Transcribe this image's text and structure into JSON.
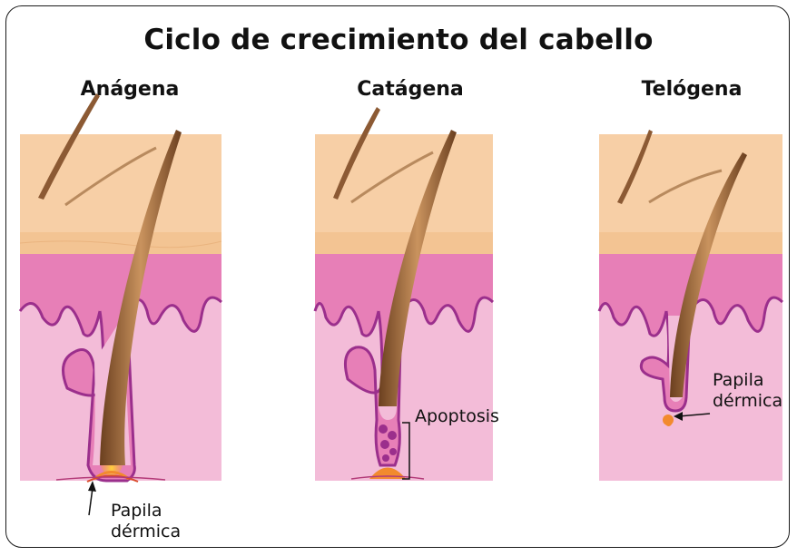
{
  "title": "Ciclo de crecimiento del cabello",
  "stages": [
    {
      "name": "Anágena",
      "label_lines": [
        "Papila",
        "dérmica"
      ]
    },
    {
      "name": "Catágena",
      "label": "Apoptosis"
    },
    {
      "name": "Telógena",
      "label_lines": [
        "Papila",
        "dérmica"
      ]
    }
  ],
  "colors": {
    "epidermis": "#f7cfa6",
    "dermis_top": "#e77fb7",
    "dermis": "#f3bcd8",
    "follicle": "#9b2f8c",
    "hair": "#8c5a34",
    "papilla": "#f28a2e"
  }
}
